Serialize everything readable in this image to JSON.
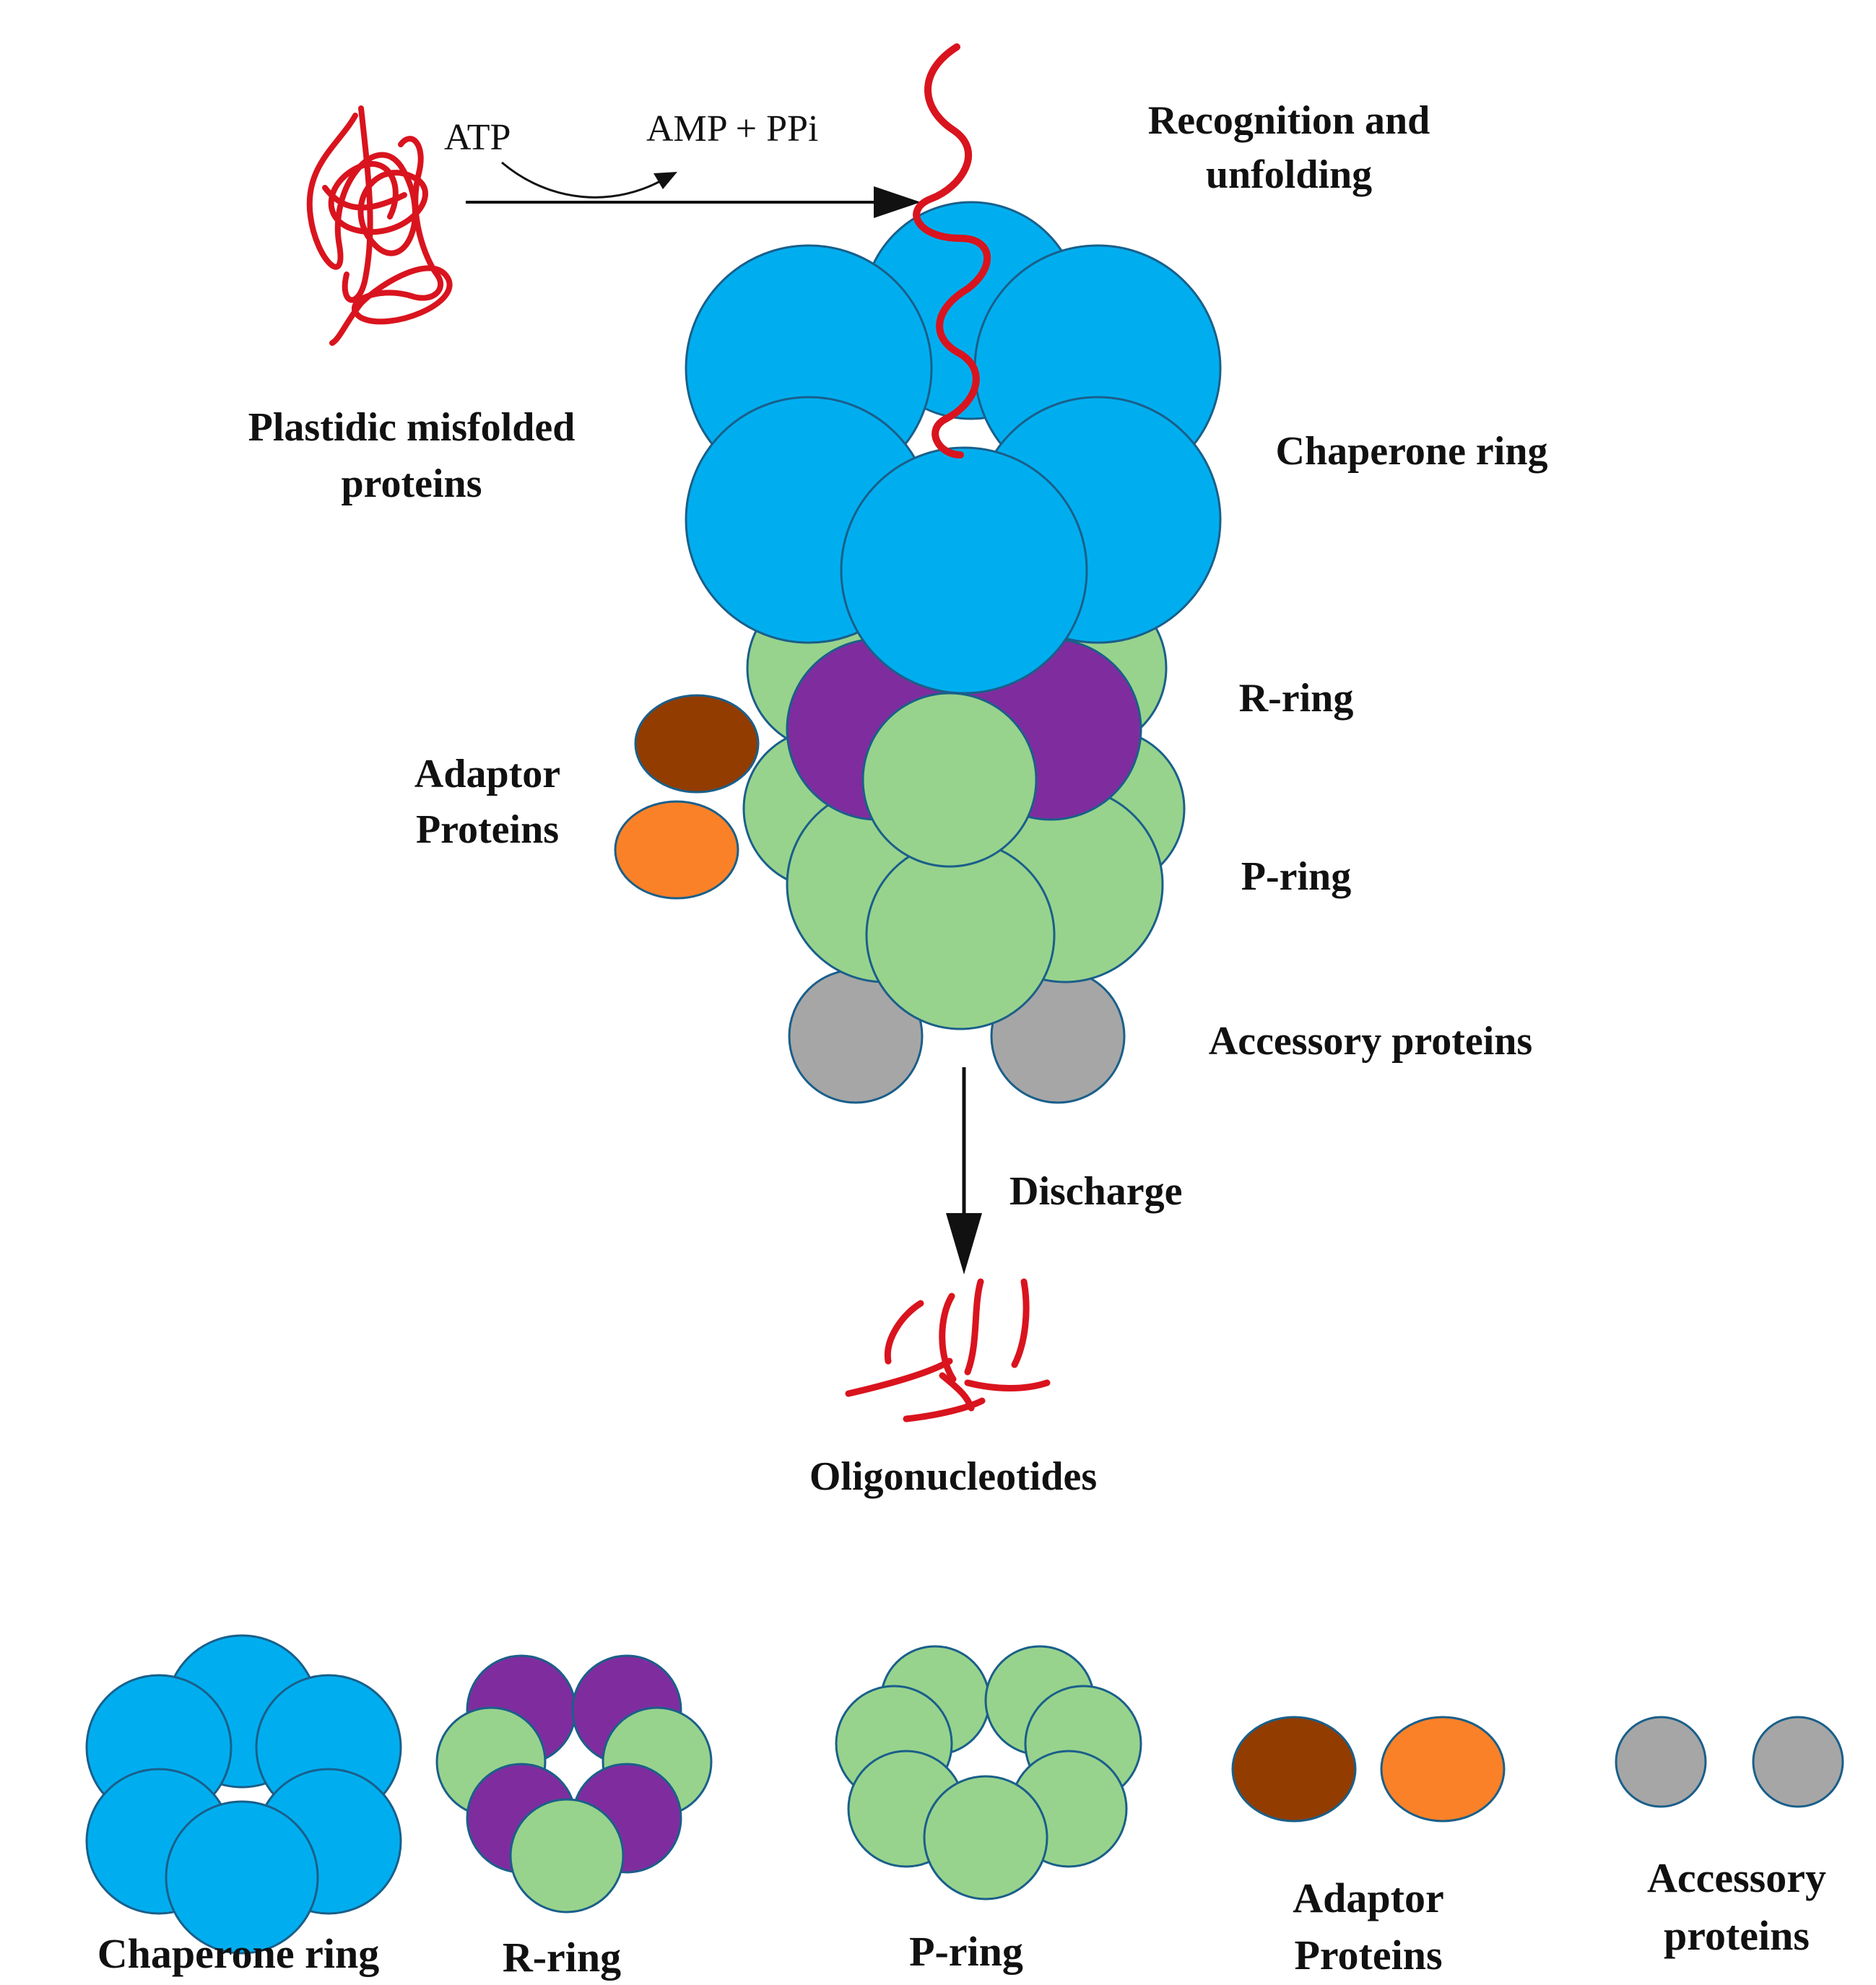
{
  "labels": {
    "atp": "ATP",
    "amp_ppi": "AMP + PPi",
    "recognition_line1": "Recognition and",
    "recognition_line2": "unfolding",
    "plastidic_line1": "Plastidic misfolded",
    "plastidic_line2": "proteins",
    "chaperone_ring": "Chaperone ring",
    "r_ring": "R-ring",
    "p_ring": "P-ring",
    "adaptor_line1": "Adaptor",
    "adaptor_line2": "Proteins",
    "accessory": "Accessory proteins",
    "discharge": "Discharge",
    "oligonucleotides": "Oligonucleotides"
  },
  "legend": {
    "chaperone_ring": "Chaperone ring",
    "r_ring": "R-ring",
    "p_ring": "P-ring",
    "adaptor_line1": "Adaptor",
    "adaptor_line2": "Proteins",
    "accessory_line1": "Accessory",
    "accessory_line2": "proteins"
  },
  "colors": {
    "chaperone": "#00aeef",
    "r_ring": "#7f2d9e",
    "p_ring": "#98d38d",
    "adaptor_dark": "#923c00",
    "adaptor_orange": "#fa8128",
    "accessory": "#a6a6a6",
    "protein_strand": "#d9141e",
    "outline": "#1a5f8a"
  }
}
